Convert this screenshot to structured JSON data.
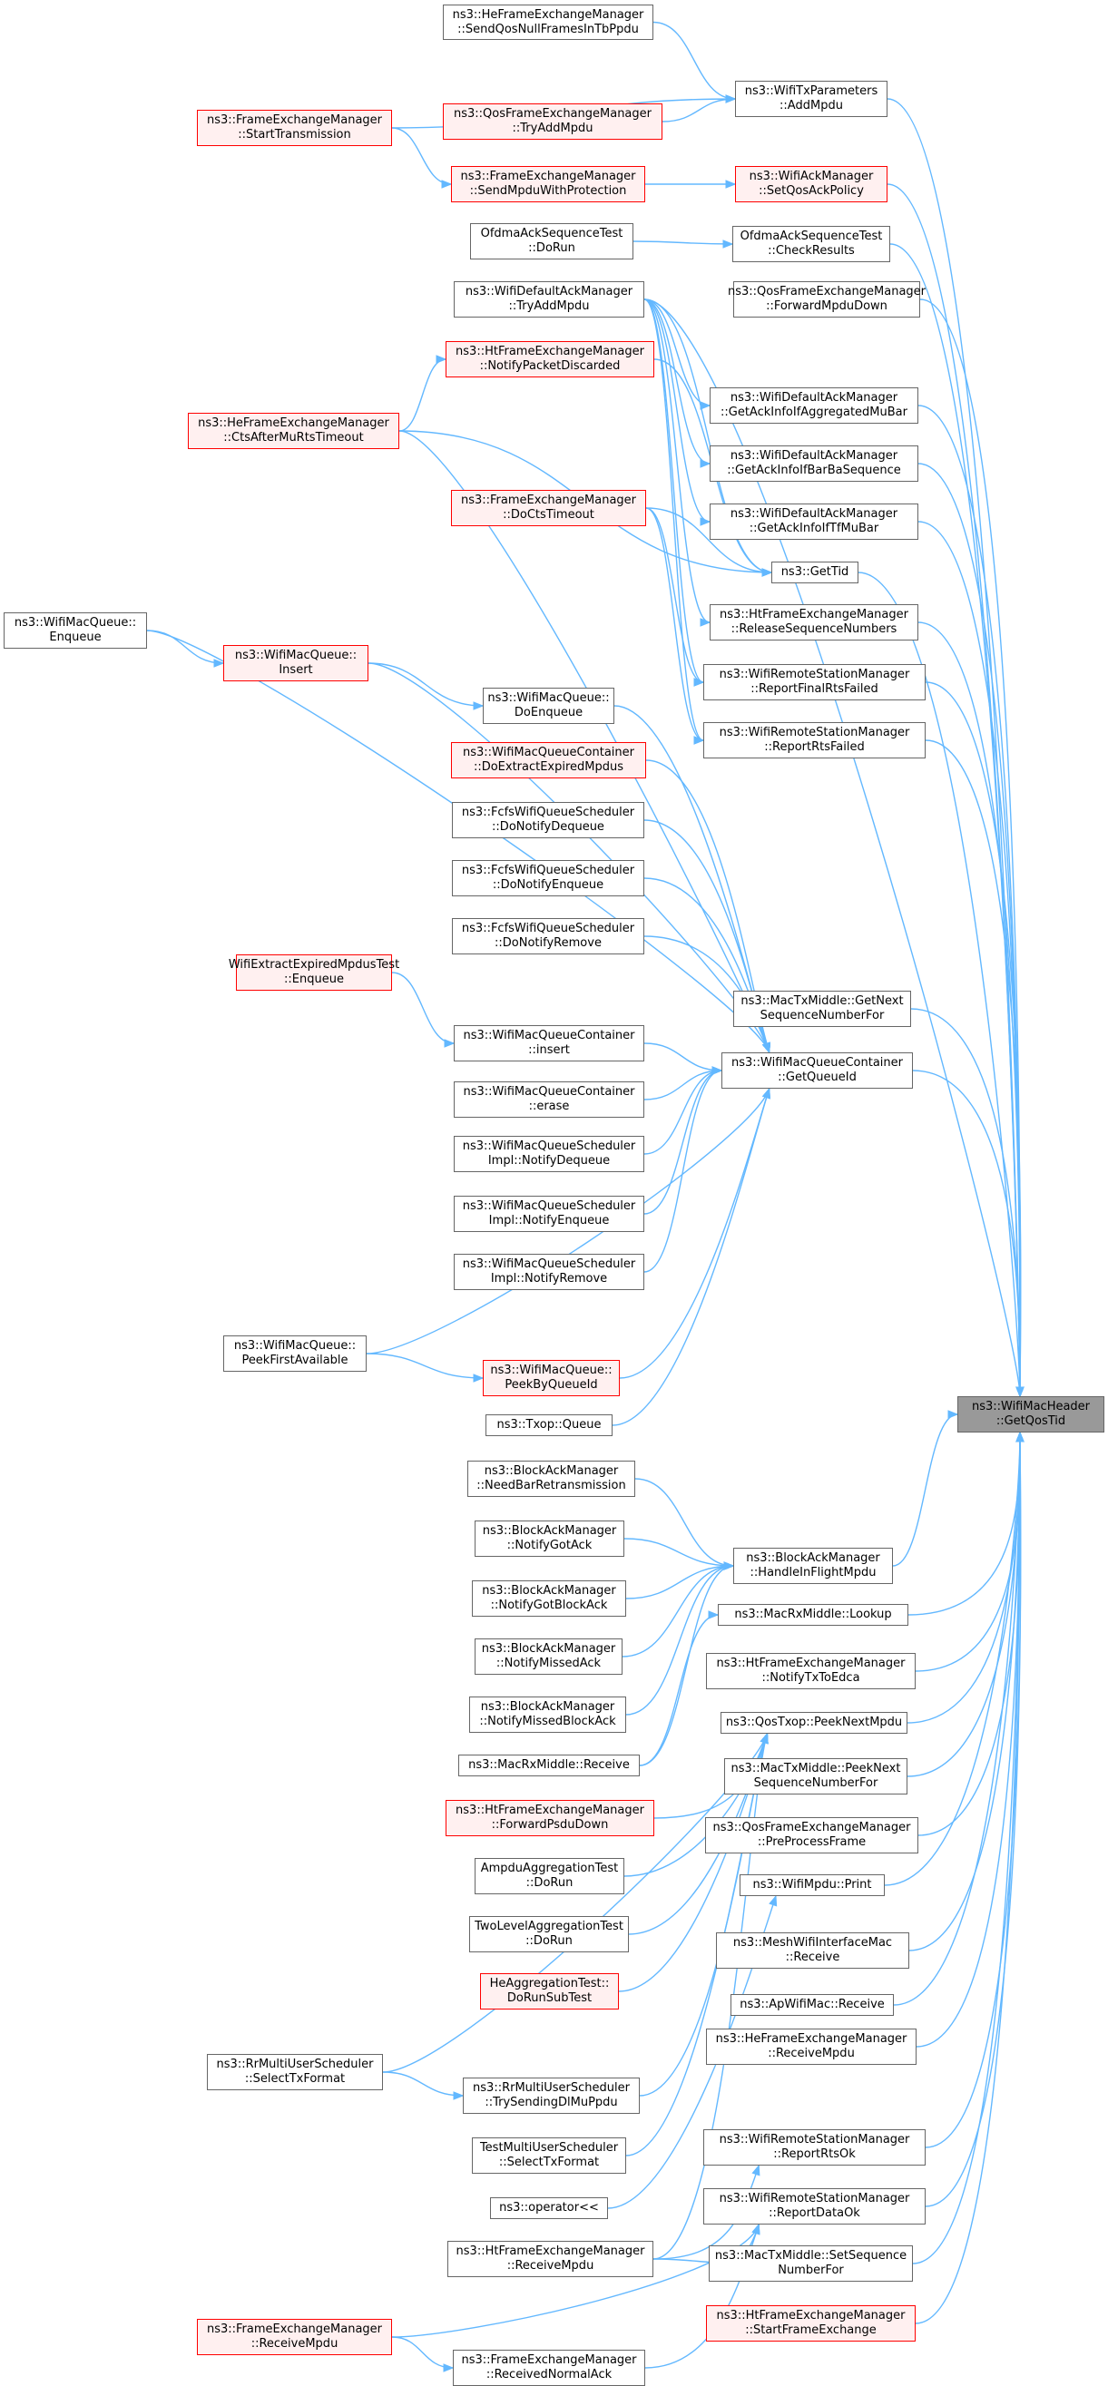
{
  "target": {
    "id": "n0",
    "lines": [
      "ns3::WifiMacHeader",
      "::GetQosTid"
    ]
  },
  "colors": {
    "edge": "#63b8ff",
    "border": "#666666",
    "red_border": "#ff0000",
    "red_fill": "#fff0f0",
    "target_fill": "#999999"
  },
  "nodes": [
    {
      "id": "n1",
      "lines": [
        "ns3::HeFrameExchangeManager",
        "::SendQosNullFramesInTbPpdu"
      ],
      "red": false
    },
    {
      "id": "n2",
      "lines": [
        "ns3::WifiTxParameters",
        "::AddMpdu"
      ],
      "red": false
    },
    {
      "id": "n3",
      "lines": [
        "ns3::FrameExchangeManager",
        "::StartTransmission"
      ],
      "red": true
    },
    {
      "id": "n4",
      "lines": [
        "ns3::QosFrameExchangeManager",
        "::TryAddMpdu"
      ],
      "red": true
    },
    {
      "id": "n5",
      "lines": [
        "ns3::FrameExchangeManager",
        "::SendMpduWithProtection"
      ],
      "red": true
    },
    {
      "id": "n6",
      "lines": [
        "ns3::WifiAckManager",
        "::SetQosAckPolicy"
      ],
      "red": true
    },
    {
      "id": "n7",
      "lines": [
        "OfdmaAckSequenceTest",
        "::DoRun"
      ],
      "red": false
    },
    {
      "id": "n8",
      "lines": [
        "OfdmaAckSequenceTest",
        "::CheckResults"
      ],
      "red": false
    },
    {
      "id": "n9",
      "lines": [
        "ns3::QosFrameExchangeManager",
        "::ForwardMpduDown"
      ],
      "red": false
    },
    {
      "id": "n10",
      "lines": [
        "ns3::WifiDefaultAckManager",
        "::TryAddMpdu"
      ],
      "red": false
    },
    {
      "id": "n11",
      "lines": [
        "ns3::HtFrameExchangeManager",
        "::NotifyPacketDiscarded"
      ],
      "red": true
    },
    {
      "id": "n12",
      "lines": [
        "ns3::WifiDefaultAckManager",
        "::GetAckInfoIfAggregatedMuBar"
      ],
      "red": false
    },
    {
      "id": "n13",
      "lines": [
        "ns3::HeFrameExchangeManager",
        "::CtsAfterMuRtsTimeout"
      ],
      "red": true
    },
    {
      "id": "n14",
      "lines": [
        "ns3::WifiDefaultAckManager",
        "::GetAckInfoIfBarBaSequence"
      ],
      "red": false
    },
    {
      "id": "n15",
      "lines": [
        "ns3::FrameExchangeManager",
        "::DoCtsTimeout"
      ],
      "red": true
    },
    {
      "id": "n16",
      "lines": [
        "ns3::WifiDefaultAckManager",
        "::GetAckInfoIfTfMuBar"
      ],
      "red": false
    },
    {
      "id": "n17",
      "lines": [
        "ns3::GetTid"
      ],
      "red": false
    },
    {
      "id": "n18",
      "lines": [
        "ns3::WifiMacQueue::",
        "Enqueue"
      ],
      "red": false
    },
    {
      "id": "n19",
      "lines": [
        "ns3::HtFrameExchangeManager",
        "::ReleaseSequenceNumbers"
      ],
      "red": false
    },
    {
      "id": "n20",
      "lines": [
        "ns3::WifiMacQueue::",
        "Insert"
      ],
      "red": true
    },
    {
      "id": "n21",
      "lines": [
        "ns3::WifiRemoteStationManager",
        "::ReportFinalRtsFailed"
      ],
      "red": false
    },
    {
      "id": "n22",
      "lines": [
        "ns3::WifiMacQueue::",
        "DoEnqueue"
      ],
      "red": false
    },
    {
      "id": "n23",
      "lines": [
        "ns3::WifiRemoteStationManager",
        "::ReportRtsFailed"
      ],
      "red": false
    },
    {
      "id": "n24",
      "lines": [
        "ns3::WifiMacQueueContainer",
        "::DoExtractExpiredMpdus"
      ],
      "red": true
    },
    {
      "id": "n25",
      "lines": [
        "ns3::FcfsWifiQueueScheduler",
        "::DoNotifyDequeue"
      ],
      "red": false
    },
    {
      "id": "n26",
      "lines": [
        "ns3::FcfsWifiQueueScheduler",
        "::DoNotifyEnqueue"
      ],
      "red": false
    },
    {
      "id": "n27",
      "lines": [
        "ns3::FcfsWifiQueueScheduler",
        "::DoNotifyRemove"
      ],
      "red": false
    },
    {
      "id": "n28",
      "lines": [
        "ns3::MacTxMiddle::GetNext",
        "SequenceNumberFor"
      ],
      "red": false
    },
    {
      "id": "n29",
      "lines": [
        "WifiExtractExpiredMpdusTest",
        "::Enqueue"
      ],
      "red": true
    },
    {
      "id": "n30",
      "lines": [
        "ns3::WifiMacQueueContainer",
        "::insert"
      ],
      "red": false
    },
    {
      "id": "n31",
      "lines": [
        "ns3::WifiMacQueueContainer",
        "::GetQueueId"
      ],
      "red": false
    },
    {
      "id": "n32",
      "lines": [
        "ns3::WifiMacQueueContainer",
        "::erase"
      ],
      "red": false
    },
    {
      "id": "n33",
      "lines": [
        "ns3::WifiMacQueueScheduler",
        "Impl::NotifyDequeue"
      ],
      "red": false
    },
    {
      "id": "n34",
      "lines": [
        "ns3::WifiMacQueueScheduler",
        "Impl::NotifyEnqueue"
      ],
      "red": false
    },
    {
      "id": "n35",
      "lines": [
        "ns3::WifiMacQueueScheduler",
        "Impl::NotifyRemove"
      ],
      "red": false
    },
    {
      "id": "n36",
      "lines": [
        "ns3::WifiMacQueue::",
        "PeekFirstAvailable"
      ],
      "red": false
    },
    {
      "id": "n37",
      "lines": [
        "ns3::WifiMacQueue::",
        "PeekByQueueId"
      ],
      "red": true
    },
    {
      "id": "n38",
      "lines": [
        "ns3::Txop::Queue"
      ],
      "red": false
    },
    {
      "id": "n39",
      "lines": [
        "ns3::BlockAckManager",
        "::NeedBarRetransmission"
      ],
      "red": false
    },
    {
      "id": "n40",
      "lines": [
        "ns3::BlockAckManager",
        "::NotifyGotAck"
      ],
      "red": false
    },
    {
      "id": "n41",
      "lines": [
        "ns3::BlockAckManager",
        "::HandleInFlightMpdu"
      ],
      "red": false
    },
    {
      "id": "n42",
      "lines": [
        "ns3::BlockAckManager",
        "::NotifyGotBlockAck"
      ],
      "red": false
    },
    {
      "id": "n43",
      "lines": [
        "ns3::MacRxMiddle::Lookup"
      ],
      "red": false
    },
    {
      "id": "n44",
      "lines": [
        "ns3::BlockAckManager",
        "::NotifyMissedAck"
      ],
      "red": false
    },
    {
      "id": "n45",
      "lines": [
        "ns3::HtFrameExchangeManager",
        "::NotifyTxToEdca"
      ],
      "red": false
    },
    {
      "id": "n46",
      "lines": [
        "ns3::BlockAckManager",
        "::NotifyMissedBlockAck"
      ],
      "red": false
    },
    {
      "id": "n47",
      "lines": [
        "ns3::QosTxop::PeekNextMpdu"
      ],
      "red": false
    },
    {
      "id": "n48",
      "lines": [
        "ns3::MacRxMiddle::Receive"
      ],
      "red": false
    },
    {
      "id": "n49",
      "lines": [
        "ns3::MacTxMiddle::PeekNext",
        "SequenceNumberFor"
      ],
      "red": false
    },
    {
      "id": "n50",
      "lines": [
        "ns3::HtFrameExchangeManager",
        "::ForwardPsduDown"
      ],
      "red": true
    },
    {
      "id": "n51",
      "lines": [
        "ns3::QosFrameExchangeManager",
        "::PreProcessFrame"
      ],
      "red": false
    },
    {
      "id": "n52",
      "lines": [
        "AmpduAggregationTest",
        "::DoRun"
      ],
      "red": false
    },
    {
      "id": "n53",
      "lines": [
        "ns3::WifiMpdu::Print"
      ],
      "red": false
    },
    {
      "id": "n54",
      "lines": [
        "TwoLevelAggregationTest",
        "::DoRun"
      ],
      "red": false
    },
    {
      "id": "n55",
      "lines": [
        "ns3::MeshWifiInterfaceMac",
        "::Receive"
      ],
      "red": false
    },
    {
      "id": "n56",
      "lines": [
        "HeAggregationTest::",
        "DoRunSubTest"
      ],
      "red": true
    },
    {
      "id": "n57",
      "lines": [
        "ns3::ApWifiMac::Receive"
      ],
      "red": false
    },
    {
      "id": "n58",
      "lines": [
        "ns3::RrMultiUserScheduler",
        "::SelectTxFormat"
      ],
      "red": false
    },
    {
      "id": "n59",
      "lines": [
        "ns3::HeFrameExchangeManager",
        "::ReceiveMpdu"
      ],
      "red": false
    },
    {
      "id": "n60",
      "lines": [
        "ns3::RrMultiUserScheduler",
        "::TrySendingDlMuPpdu"
      ],
      "red": false
    },
    {
      "id": "n61",
      "lines": [
        "TestMultiUserScheduler",
        "::SelectTxFormat"
      ],
      "red": false
    },
    {
      "id": "n62",
      "lines": [
        "ns3::WifiRemoteStationManager",
        "::ReportRtsOk"
      ],
      "red": false
    },
    {
      "id": "n63",
      "lines": [
        "ns3::operator<<"
      ],
      "red": false
    },
    {
      "id": "n64",
      "lines": [
        "ns3::WifiRemoteStationManager",
        "::ReportDataOk"
      ],
      "red": false
    },
    {
      "id": "n65",
      "lines": [
        "ns3::HtFrameExchangeManager",
        "::ReceiveMpdu"
      ],
      "red": false
    },
    {
      "id": "n66",
      "lines": [
        "ns3::MacTxMiddle::SetSequence",
        "NumberFor"
      ],
      "red": false
    },
    {
      "id": "n67",
      "lines": [
        "ns3::HtFrameExchangeManager",
        "::StartFrameExchange"
      ],
      "red": true
    },
    {
      "id": "n68",
      "lines": [
        "ns3::FrameExchangeManager",
        "::ReceiveMpdu"
      ],
      "red": true
    },
    {
      "id": "n69",
      "lines": [
        "ns3::FrameExchangeManager",
        "::ReceivedNormalAck"
      ],
      "red": false
    }
  ]
}
